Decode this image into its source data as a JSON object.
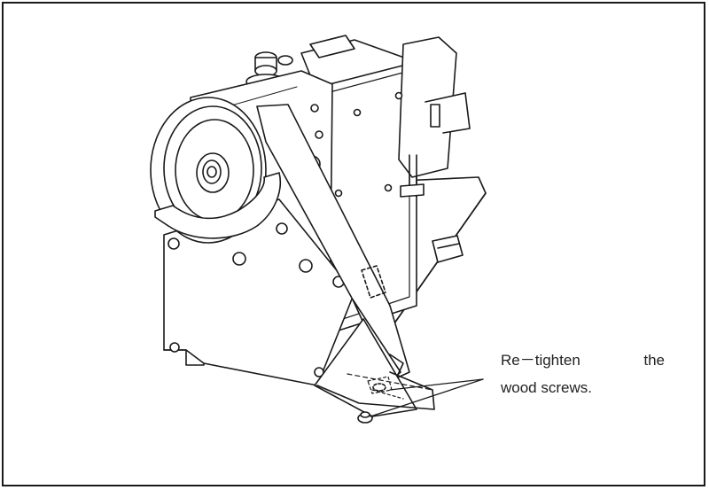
{
  "callout": {
    "line1": [
      "Re－tighten",
      "the"
    ],
    "line2": "wood screws."
  },
  "colors": {
    "ink": "#1a1a1a",
    "paper": "#ffffff"
  }
}
